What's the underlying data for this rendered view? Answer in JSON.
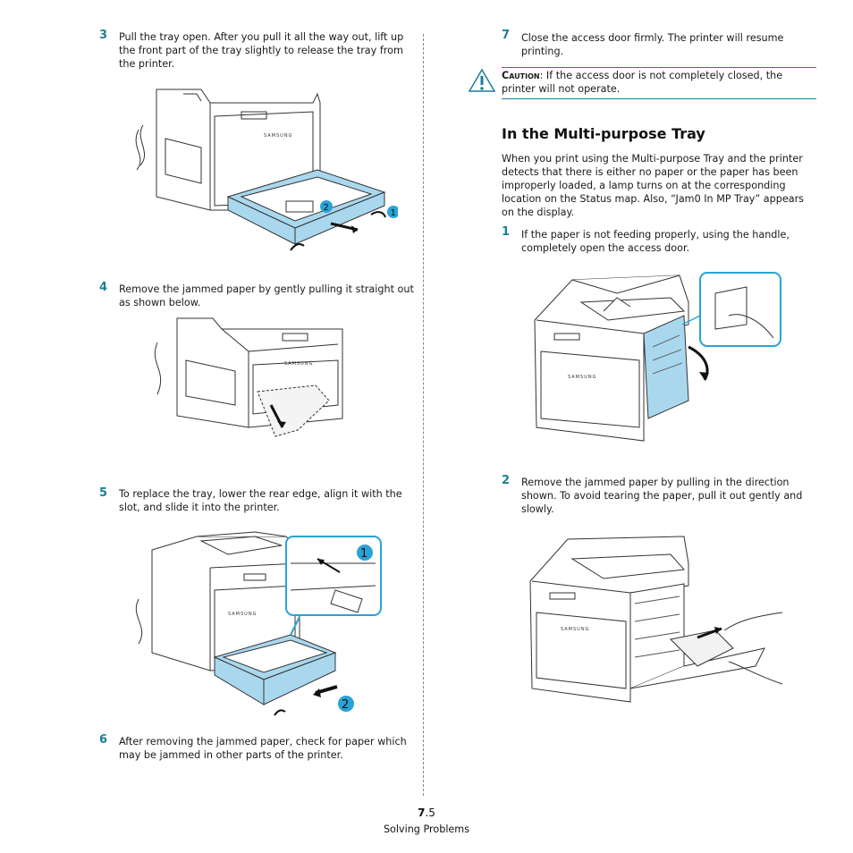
{
  "steps_left": [
    {
      "num": "3",
      "text": "Pull the tray open. After you pull it all the way out, lift up the front part of the tray slightly to release the tray from the printer."
    },
    {
      "num": "4",
      "text": "Remove the jammed paper by gently pulling it straight out as shown below."
    },
    {
      "num": "5",
      "text": "To replace the tray, lower the rear edge, align it with the slot, and slide it into the printer."
    },
    {
      "num": "6",
      "text": "After removing the jammed paper, check for paper which may be jammed in other parts of the printer."
    }
  ],
  "step_7": {
    "num": "7",
    "text": "Close the access door firmly. The printer will resume printing."
  },
  "caution": {
    "label": "Caution",
    "text": ": If the access door is not completely closed, the printer will not operate.",
    "icon": "warning-icon"
  },
  "section": {
    "title": "In the Multi-purpose Tray",
    "intro": "When you print using the Multi-purpose Tray and the printer detects that there is either no paper or the paper has been improperly loaded, a lamp turns on at the corresponding location on the Status map. Also, “Jam0 In MP Tray” appears on the display."
  },
  "steps_right": [
    {
      "num": "1",
      "text": "If the paper is not feeding properly, using the handle, completely open the access door."
    },
    {
      "num": "2",
      "text": "Remove the jammed paper by pulling in the direction shown. To avoid tearing the paper, pull it out gently and slowly."
    }
  ],
  "figure_labels": {
    "brand": "SAMSUNG",
    "fig3_callout_1": "1",
    "fig3_callout_2": "2",
    "fig5_callout_1": "1",
    "fig5_callout_2": "2"
  },
  "footer": {
    "chapter": "7",
    "page": ".5",
    "title": "Solving Problems"
  },
  "colors": {
    "accent": "#1c7f95",
    "callout_blue": "#29a3d6",
    "tray_blue": "#a9d8ee"
  }
}
